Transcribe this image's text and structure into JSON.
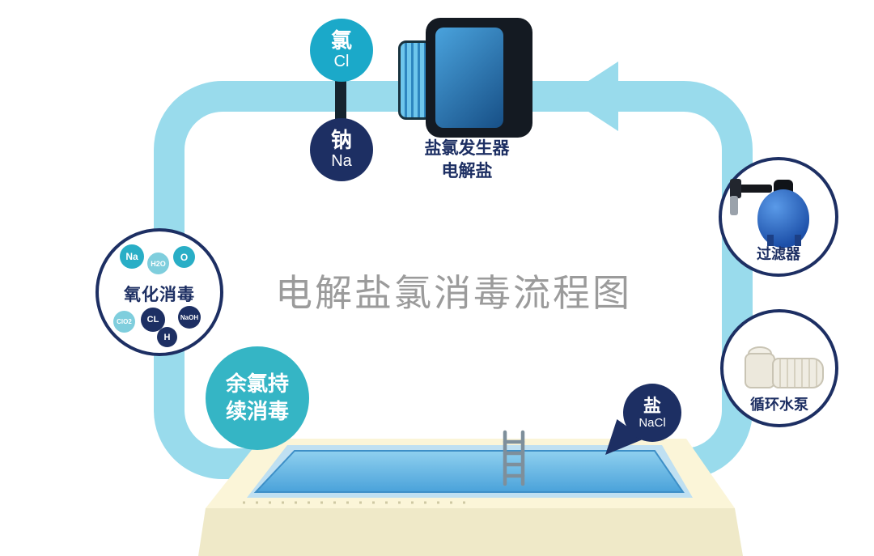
{
  "title": "电解盐氯消毒流程图",
  "flow": {
    "chlorine": {
      "name": "氯",
      "symbol": "Cl"
    },
    "sodium": {
      "name": "钠",
      "symbol": "Na"
    },
    "generator": {
      "line1": "盐氯发生器",
      "line2": "电解盐"
    },
    "filter": {
      "label": "过滤器"
    },
    "pump": {
      "label": "循环水泵"
    },
    "oxidation": {
      "label": "氧化消毒",
      "particles": [
        {
          "label": "Na",
          "tone": "teal"
        },
        {
          "label": "H2O",
          "tone": "light"
        },
        {
          "label": "O",
          "tone": "teal"
        },
        {
          "label": "ClO2",
          "tone": "light"
        },
        {
          "label": "CL",
          "tone": "navy"
        },
        {
          "label": "NaOH",
          "tone": "navy"
        },
        {
          "label": "H",
          "tone": "navy"
        }
      ]
    },
    "residual": {
      "line1": "余氯持",
      "line2": "续消毒"
    },
    "salt": {
      "name": "盐",
      "symbol": "NaCl"
    }
  },
  "colors": {
    "flow_line": "#99DBEC",
    "teal": "#1BA9C9",
    "teal_light": "#7FCEDD",
    "navy": "#1D2F63",
    "title_gray": "#9B9B9B",
    "pool_deck": "#FBF5D8",
    "pool_water": "#58ACDF"
  }
}
